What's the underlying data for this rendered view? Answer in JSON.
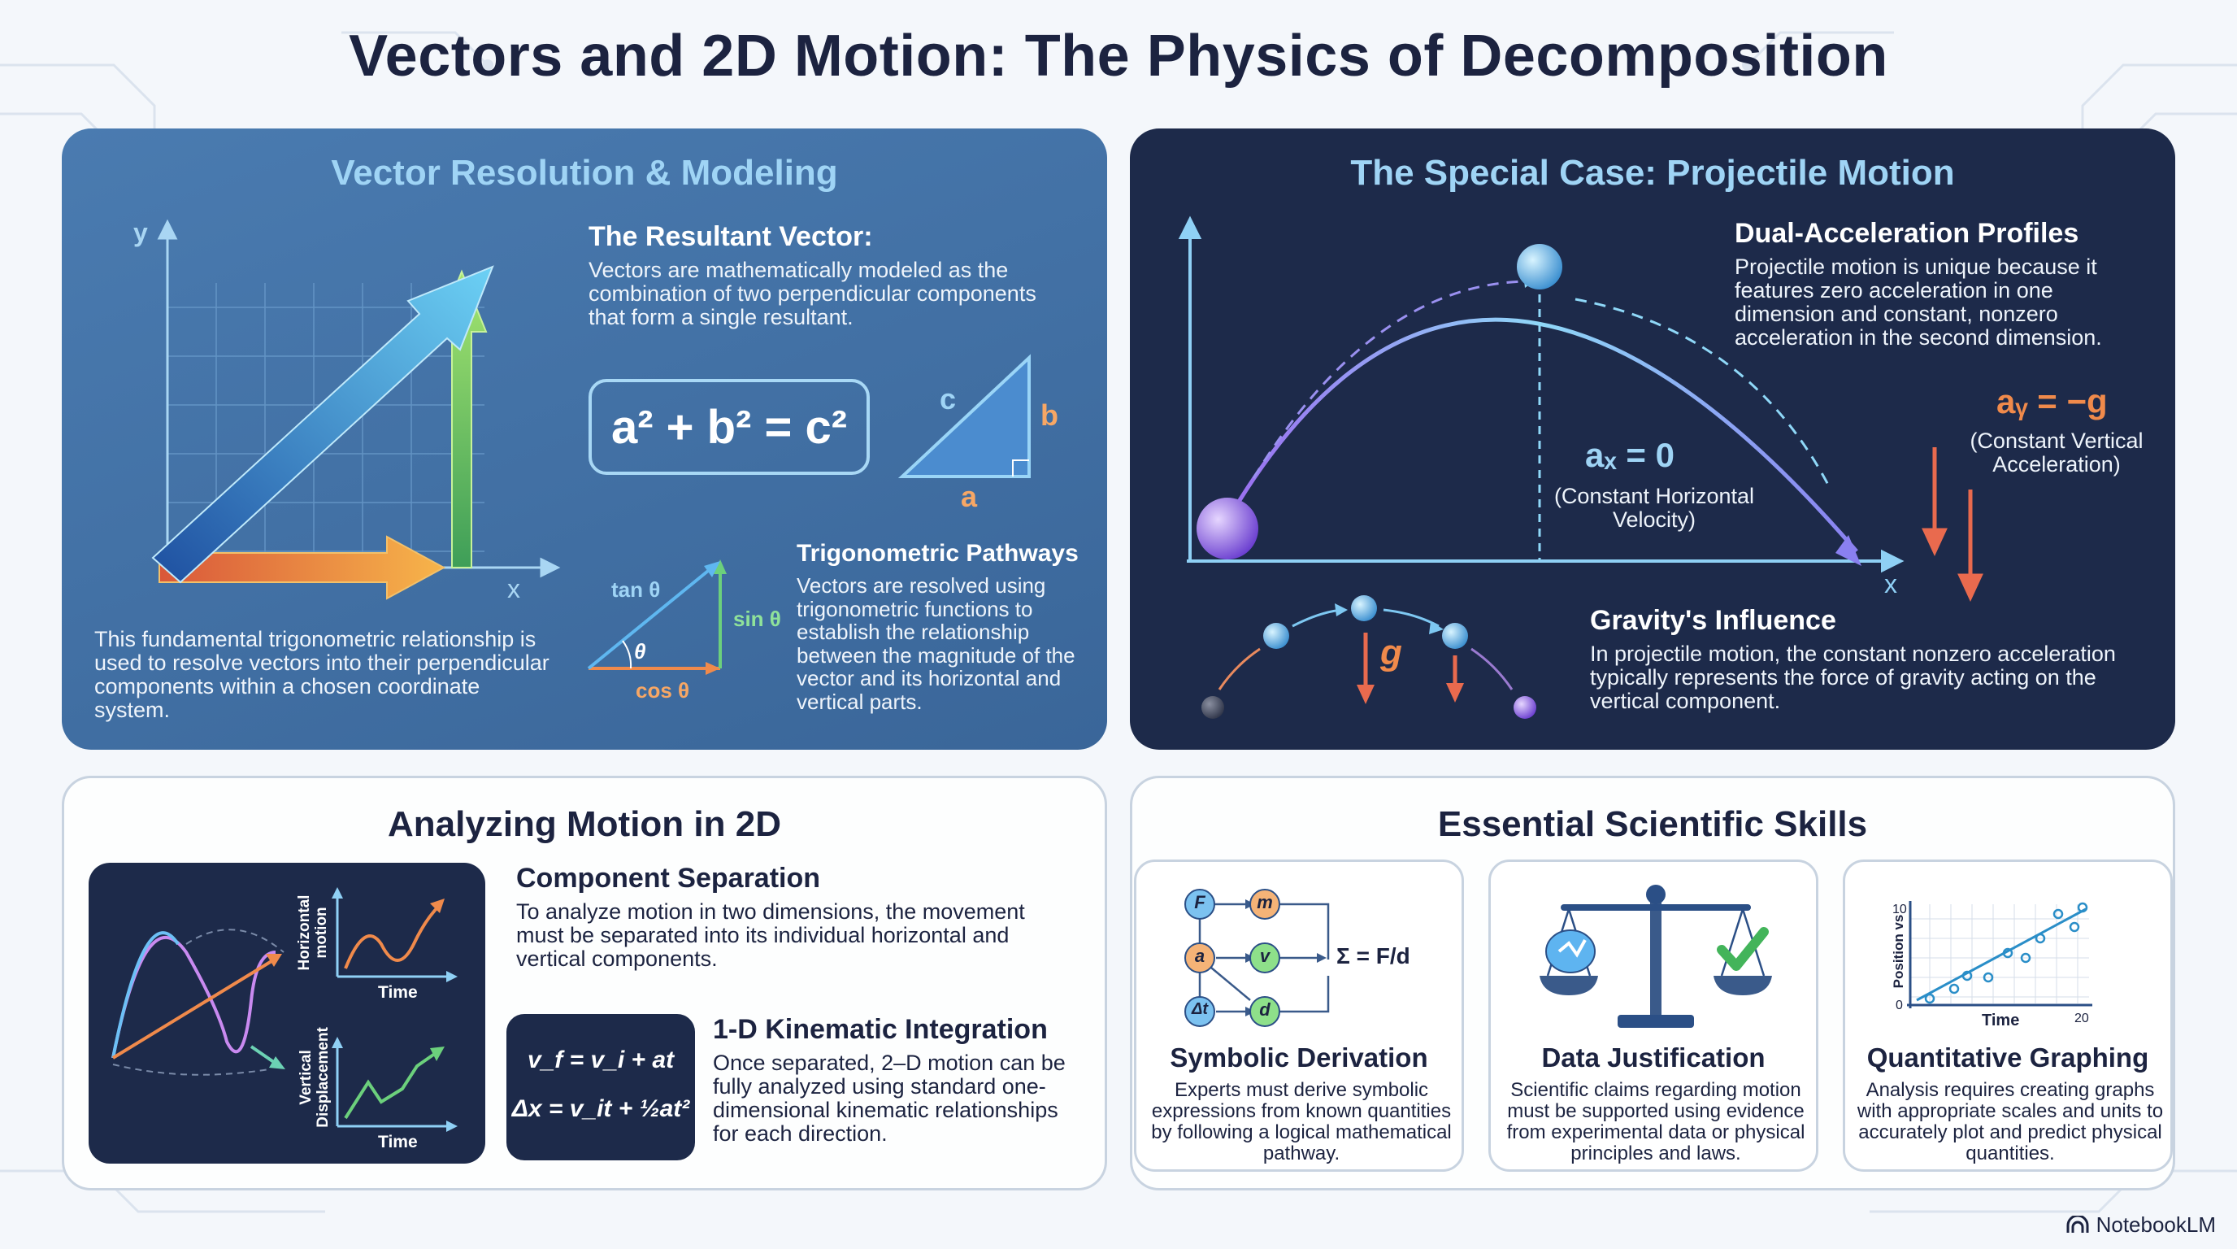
{
  "title": "Vectors and 2D Motion: The Physics of Decomposition",
  "panel_vector": {
    "title": "Vector Resolution & Modeling",
    "axis_y": "y",
    "axis_x": "x",
    "resultant_heading": "The Resultant Vector:",
    "resultant_text": "Vectors are mathematically modeled as the combination of two perpendicular components that form a single resultant.",
    "pythagoras": "a² + b² = c²",
    "triangle_labels": {
      "a": "a",
      "b": "b",
      "c": "c"
    },
    "footer_text": "This fundamental trigonometric relationship is used to resolve vectors into their perpendicular components within a chosen coordinate system.",
    "trig_heading": "Trigonometric Pathways",
    "trig_text": "Vectors are resolved using trigonometric functions to establish the relationship between the magnitude of the vector and its horizontal and vertical parts.",
    "trig_labels": {
      "tan": "tan θ",
      "sin": "sin θ",
      "cos": "cos θ",
      "theta": "θ"
    }
  },
  "panel_projectile": {
    "title": "The Special Case: Projectile Motion",
    "axis_x": "x",
    "dual_heading": "Dual-Acceleration Profiles",
    "dual_text": "Projectile motion is unique because it features zero acceleration in one dimension and constant, nonzero acceleration in the second dimension.",
    "ax_eq": "aₓ = 0",
    "ax_caption": "(Constant Horizontal Velocity)",
    "ay_eq": "aᵧ = −g",
    "ay_caption": "(Constant Vertical Acceleration)",
    "g_label": "g",
    "gravity_heading": "Gravity's Influence",
    "gravity_text": "In projectile motion, the constant nonzero acceleration typically represents the force of gravity acting on the vertical component."
  },
  "panel_motion": {
    "title": "Analyzing Motion in 2D",
    "graph_h_label": "Horizontal motion",
    "graph_v_label": "Vertical Displacement",
    "time_label": "Time",
    "component_heading": "Component Separation",
    "component_text": "To analyze motion in two dimensions, the movement must be separated into its individual horizontal and vertical components.",
    "kine_eq1": "v_f = v_i + at",
    "kine_eq2": "Δx = v_it + ½at²",
    "kine_heading": "1-D Kinematic Integration",
    "kine_text": "Once separated, 2–D motion can be fully analyzed using standard one-dimensional kinematic relationships for each direction."
  },
  "panel_skills": {
    "title": "Essential Scientific Skills",
    "cards": [
      {
        "heading": "Symbolic Derivation",
        "text": "Experts must derive symbolic expressions from known quantities by following a logical mathematical pathway.",
        "nodes": [
          "F",
          "m",
          "a",
          "v",
          "Δt",
          "d"
        ],
        "result": "Σ = F/d"
      },
      {
        "heading": "Data Justification",
        "text": "Scientific claims regarding motion must be supported using evidence from experimental data or physical principles and laws."
      },
      {
        "heading": "Quantitative Graphing",
        "text": "Analysis requires creating graphs with appropriate scales and units to accurately plot and predict physical quantities.",
        "ylabel": "Position vs",
        "xlabel": "Time",
        "ticks": {
          "y_top": "10",
          "origin": "0",
          "x_end": "20"
        }
      }
    ]
  },
  "brand": "NotebookLM",
  "colors": {
    "title": "#1c2340",
    "panel_blue": "#3f6fa3",
    "panel_navy": "#1d2a4a",
    "accent_cyan": "#9fd4f5",
    "orange": "#f08a4b",
    "green": "#6cc47a"
  }
}
